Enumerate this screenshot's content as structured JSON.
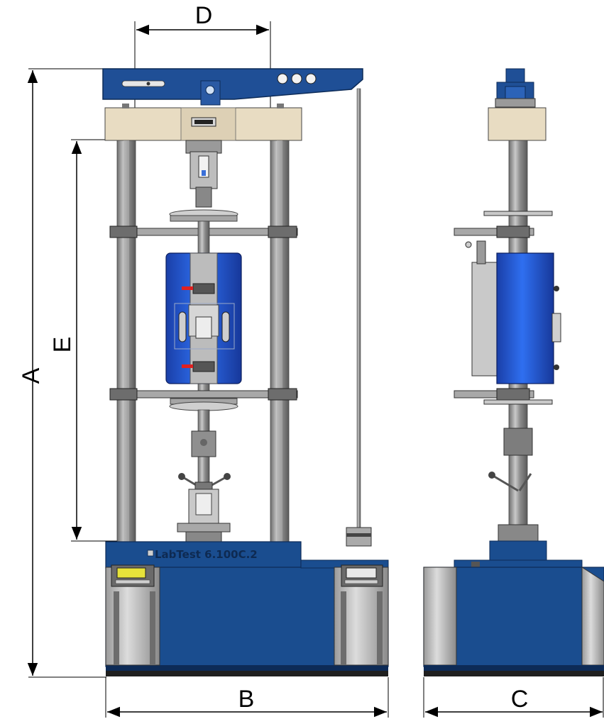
{
  "dimensions": {
    "a_label": "A",
    "b_label": "B",
    "c_label": "C",
    "d_label": "D",
    "e_label": "E"
  },
  "machine": {
    "brand_text": "LabTest 6.100C.2"
  },
  "colors": {
    "frame_blue": "#1f4f96",
    "base_blue": "#1a4d8f",
    "crosshead_beige": "#e8dcc2",
    "column_gray": "#9a9a9a",
    "chamber_blue": "#2660d8",
    "panel_gray": "#c8c8c8"
  }
}
